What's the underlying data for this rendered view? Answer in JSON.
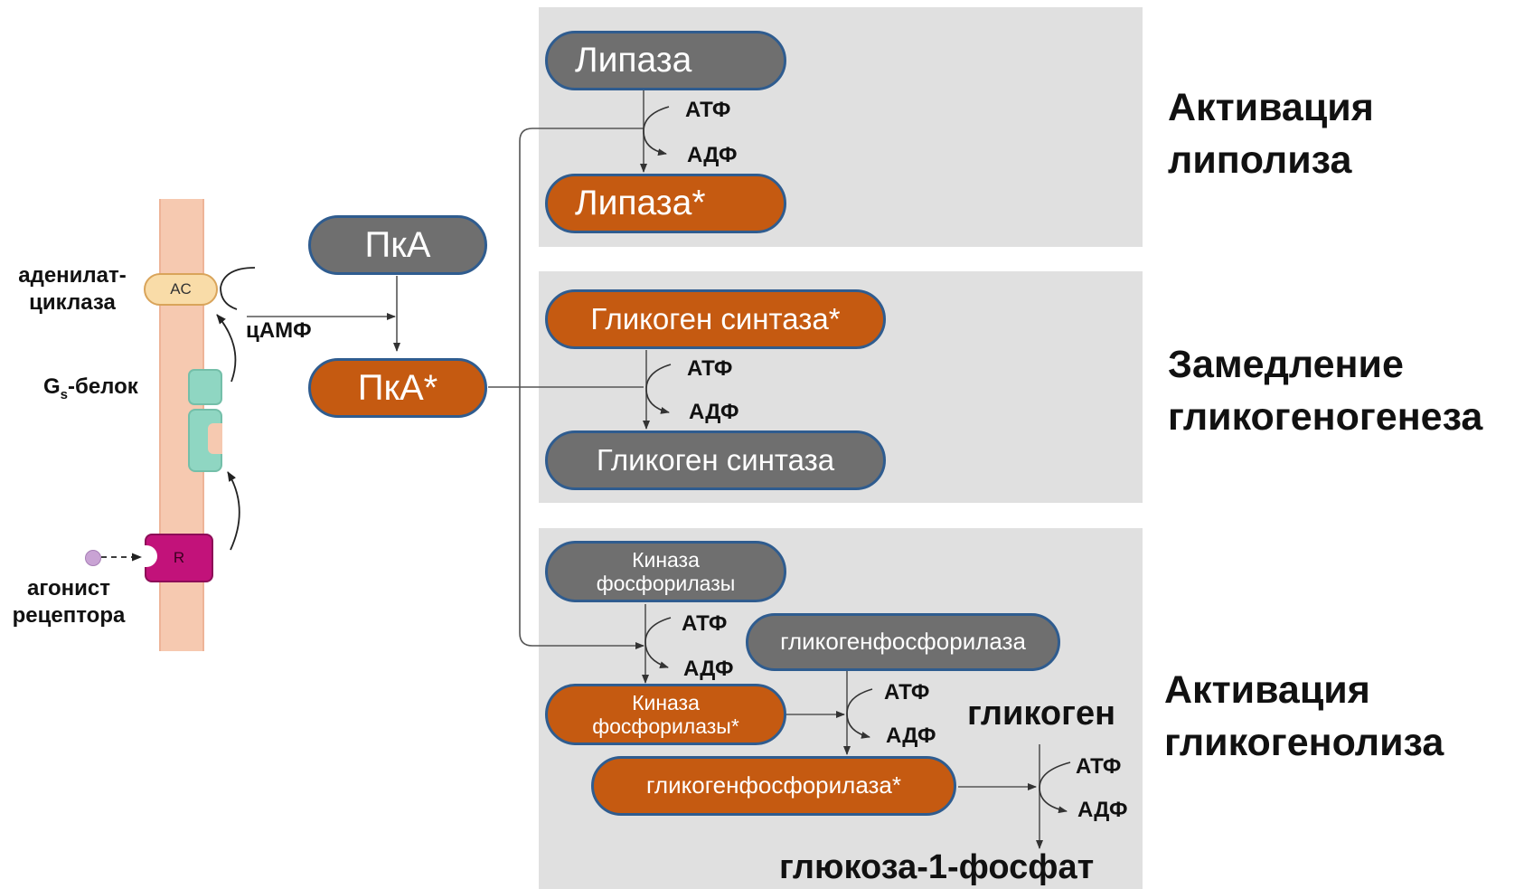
{
  "membrane": {
    "ac_label": "AC",
    "r_label": "R",
    "adenylate_cyclase_label": "аденилат-\nциклаза",
    "camp_label": "цАМФ",
    "gs_prefix": "G",
    "gs_subscript": "s",
    "gs_suffix": "-белок",
    "agonist_label": "агонист\nрецептора"
  },
  "pka": {
    "inactive_label": "ПкА",
    "active_label": "ПкА*"
  },
  "lipolysis": {
    "lipase_label": "Липаза",
    "lipase_active_label": "Липаза*",
    "atp_label": "АТФ",
    "adp_label": "АДФ",
    "title": "Активация\nлиполиза"
  },
  "glycogenesis": {
    "synthase_active_label": "Гликоген синтаза*",
    "synthase_label": "Гликоген синтаза",
    "atp_label": "АТФ",
    "adp_label": "АДФ",
    "title": "Замедление\nгликогеногенеза"
  },
  "glycogenolysis": {
    "kinase_label": "Киназа\nфосфорилазы",
    "kinase_active_label": "Киназа\nфосфорилазы*",
    "phosphorylase_label": "гликогенфосфорилаза",
    "phosphorylase_active_label": "гликогенфосфорилаза*",
    "atp_label_1": "АТФ",
    "adp_label_1": "АДФ",
    "atp_label_2": "АТФ",
    "adp_label_2": "АДФ",
    "atp_label_3": "АТФ",
    "adp_label_3": "АДФ",
    "glycogen_label": "гликоген",
    "g1p_label": "глюкоза-1-фосфат",
    "title": "Активация\nгликогенолиза"
  },
  "colors": {
    "grey_pill": "#6f6f6f",
    "orange_pill": "#c55a11",
    "pill_border": "#2f5c8f",
    "panel": "#e0e0e0",
    "membrane": "#f6c9b0",
    "ac_fill": "#f9dca8",
    "gs_protein": "#8fd6c2",
    "receptor": "#c2127a"
  }
}
